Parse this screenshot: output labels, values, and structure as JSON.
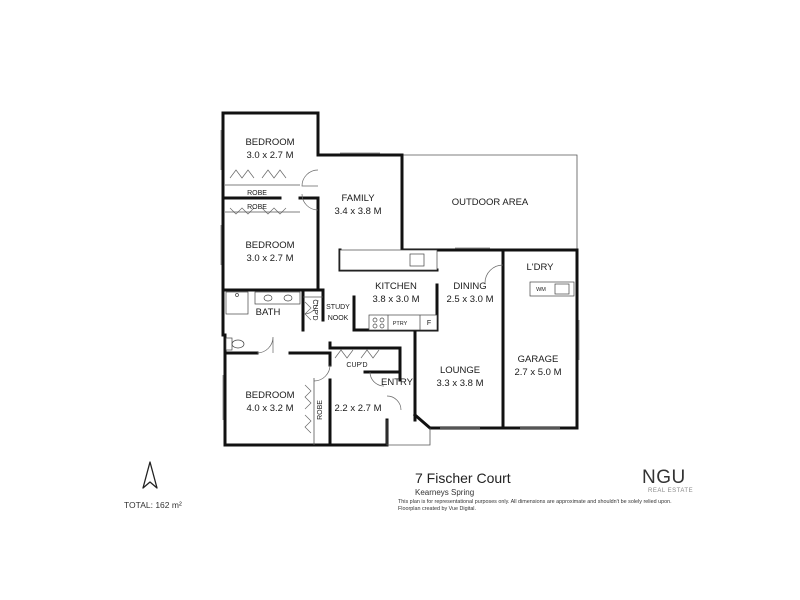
{
  "rooms": {
    "bedroom1": {
      "label": "BEDROOM",
      "dim": "3.0 x 2.7 M"
    },
    "robe1": {
      "label": "ROBE"
    },
    "robe2": {
      "label": "ROBE"
    },
    "bedroom2": {
      "label": "BEDROOM",
      "dim": "3.0 x 2.7 M"
    },
    "family": {
      "label": "FAMILY",
      "dim": "3.4 x 3.8 M"
    },
    "outdoor": {
      "label": "OUTDOOR AREA"
    },
    "kitchen": {
      "label": "KITCHEN",
      "dim": "3.8 x 3.0 M"
    },
    "dining": {
      "label": "DINING",
      "dim": "2.5 x 3.0 M"
    },
    "laundry": {
      "label": "L'DRY"
    },
    "wm": {
      "label": "WM"
    },
    "bath": {
      "label": "BATH"
    },
    "cupd1": {
      "label": "CUP'D"
    },
    "study": {
      "label": "STUDY",
      "label2": "NOOK"
    },
    "ptry": {
      "label": "PTRY"
    },
    "fridge": {
      "label": "F"
    },
    "garage": {
      "label": "GARAGE",
      "dim": "2.7 x 5.0 M"
    },
    "cupd2": {
      "label": "CUP'D"
    },
    "entry": {
      "label": "ENTRY"
    },
    "lounge": {
      "label": "LOUNGE",
      "dim": "3.3 x 3.8 M"
    },
    "bedroom3": {
      "label": "BEDROOM",
      "dim": "4.0 x 3.2 M"
    },
    "robe3": {
      "label": "ROBE"
    },
    "bedroom4": {
      "dim": "2.2 x 2.7 M"
    }
  },
  "footer": {
    "address": "7 Fischer Court",
    "suburb": "Kearneys Spring",
    "disclaimer_line1": "This plan is for representational purposes only. All dimensions are approximate and shouldn't be solely relied upon.",
    "disclaimer_line2": "Floorplan created by Vue Digital.",
    "brand": "NGU",
    "brand_sub": "REAL ESTATE",
    "total": "TOTAL: 162 m²"
  },
  "icons": {
    "north": "north-arrow-icon"
  },
  "colors": {
    "wall": "#111111",
    "background": "#ffffff"
  }
}
